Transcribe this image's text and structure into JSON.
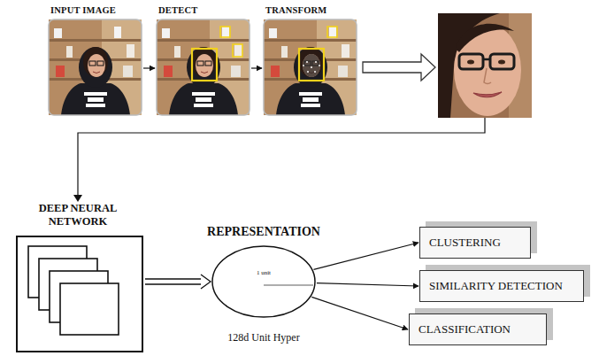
{
  "diagram": {
    "nodes": [
      {
        "text": [
          "INPUT IMAGE"
        ]
      },
      {
        "text": [
          "DETECT"
        ]
      },
      {
        "text": [
          "TRANSFORM"
        ]
      },
      {
        "text": [
          "DEEP NEURAL NETWORK"
        ]
      },
      {
        "text": [
          "REPRESENTATION",
          "1 unit",
          "128d Unit Hyper"
        ]
      },
      {
        "text": [
          "CLUSTERING"
        ]
      },
      {
        "text": [
          "SIMILARITY DETECTION"
        ]
      },
      {
        "text": [
          "CLASSIFICATION"
        ]
      }
    ],
    "edges": [
      {
        "from": 0,
        "to": 1,
        "arrow": "to"
      },
      {
        "from": 1,
        "to": 2,
        "arrow": "to"
      },
      {
        "from": 3,
        "to": 4,
        "arrow": "to"
      },
      {
        "from": 4,
        "to": 5,
        "arrow": "to"
      },
      {
        "from": 4,
        "to": 6,
        "arrow": "to"
      },
      {
        "from": 4,
        "to": 7,
        "arrow": "to"
      }
    ]
  }
}
